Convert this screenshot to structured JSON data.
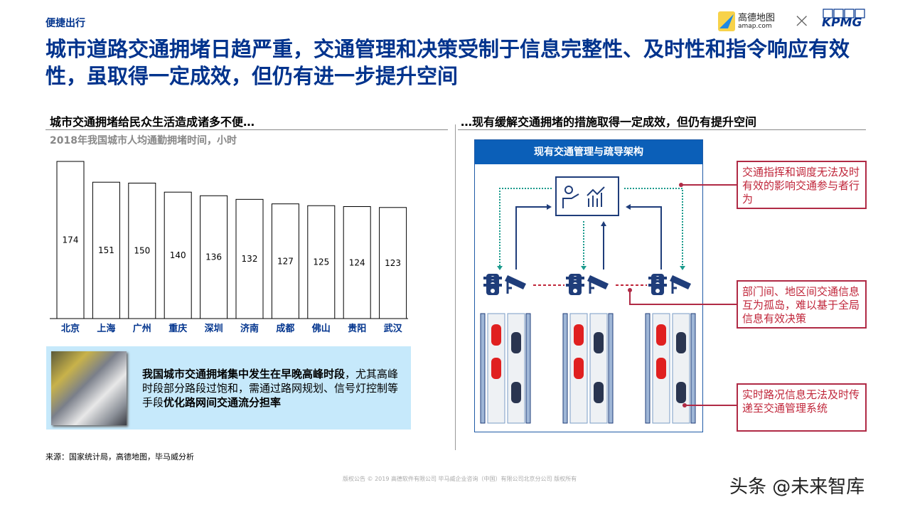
{
  "header": {
    "tag": "便捷出行",
    "title": "城市道路交通拥堵日趋严重，交通管理和决策受制于信息完整性、及时性和指令响应有效性，虽取得一定成效，但仍有进一步提升空间",
    "logo_amap_cn": "高德地图",
    "logo_amap_en": "amap.com",
    "logo_sep": "×",
    "logo_kpmg": "KPMG"
  },
  "left": {
    "heading": "城市交通拥堵给民众生活造成诸多不便…",
    "info_bold1": "我国城市交通拥堵集中发生在早晚高峰时段",
    "info_normal": "，尤其高峰时段部分路段过饱和，需通过路网规划、信号灯控制等手段",
    "info_bold2": "优化路网间交通流分担率"
  },
  "chart_data": {
    "type": "bar",
    "title": "2018年我国城市人均通勤拥堵时间，小时",
    "categories": [
      "北京",
      "上海",
      "广州",
      "重庆",
      "深圳",
      "济南",
      "成都",
      "佛山",
      "贵阳",
      "武汉"
    ],
    "values": [
      174,
      151,
      150,
      140,
      136,
      132,
      127,
      125,
      124,
      123
    ],
    "ylim": [
      0,
      174
    ],
    "grid": false,
    "bar_fill": "#ffffff",
    "bar_stroke": "#000000",
    "category_color": "#00338d"
  },
  "right": {
    "heading": "…现有缓解交通拥堵的措施取得一定成效，但仍有提升空间",
    "arch_title": "现有交通管理与疏导架构",
    "notes": [
      "交通指挥和调度无法及时有效的影响交通参与者行为",
      "部门间、地区间交通信息互为孤岛，难以基于全局信息有效决策",
      "实时路况信息无法及时传递至交通管理系统"
    ]
  },
  "footer": {
    "source": "来源：国家统计局，高德地图，毕马威分析",
    "copyright": "版权公告 © 2019 高德软件有限公司 毕马威企业咨询（中国）有限公司北京分公司 版权所有",
    "watermark": "头条 @未来智库"
  },
  "colors": {
    "brand": "#00338d",
    "accent_blue": "#0b5fb8",
    "note_red": "#c0263a",
    "info_bg": "#c6e9fb",
    "teal": "#1a9a8c",
    "car_red": "#e02020",
    "car_dark": "#2a3550"
  }
}
